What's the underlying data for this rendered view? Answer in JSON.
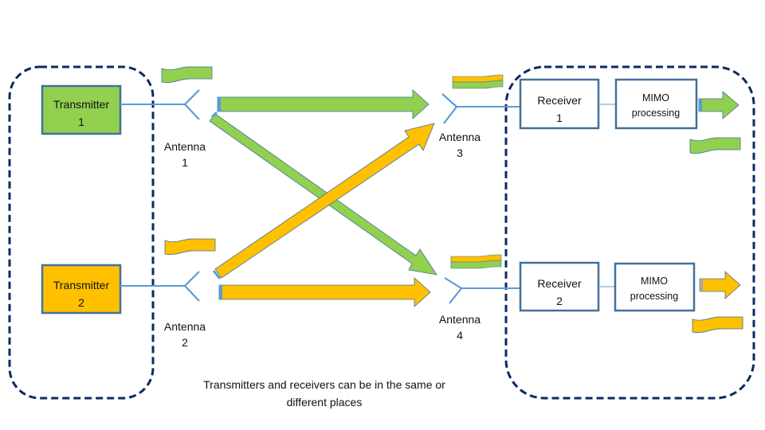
{
  "colors": {
    "green": "#92d050",
    "orange": "#ffc000",
    "box_border": "#41719c",
    "line_blue": "#5b9bd5",
    "dashed_navy": "#0b2a63",
    "white": "#ffffff",
    "text": "#111111"
  },
  "transmitters": [
    {
      "line1": "Transmitter",
      "line2": "1",
      "color": "green"
    },
    {
      "line1": "Transmitter",
      "line2": "2",
      "color": "orange"
    }
  ],
  "antennas": [
    {
      "line1": "Antenna",
      "line2": "1"
    },
    {
      "line1": "Antenna",
      "line2": "2"
    },
    {
      "line1": "Antenna",
      "line2": "3"
    },
    {
      "line1": "Antenna",
      "line2": "4"
    }
  ],
  "receivers": [
    {
      "line1": "Receiver",
      "line2": "1"
    },
    {
      "line1": "Receiver",
      "line2": "2"
    }
  ],
  "mimo": [
    {
      "line1": "MIMO",
      "line2": "processing",
      "output_color": "green"
    },
    {
      "line1": "MIMO",
      "line2": "processing",
      "output_color": "orange"
    }
  ],
  "signal_paths": [
    {
      "from": "Antenna 1",
      "to": "Antenna 3",
      "color": "green"
    },
    {
      "from": "Antenna 1",
      "to": "Antenna 4",
      "color": "green"
    },
    {
      "from": "Antenna 2",
      "to": "Antenna 3",
      "color": "orange"
    },
    {
      "from": "Antenna 2",
      "to": "Antenna 4",
      "color": "orange"
    }
  ],
  "caption": {
    "line1": "Transmitters and receivers can be in the same or",
    "line2": "different places"
  }
}
